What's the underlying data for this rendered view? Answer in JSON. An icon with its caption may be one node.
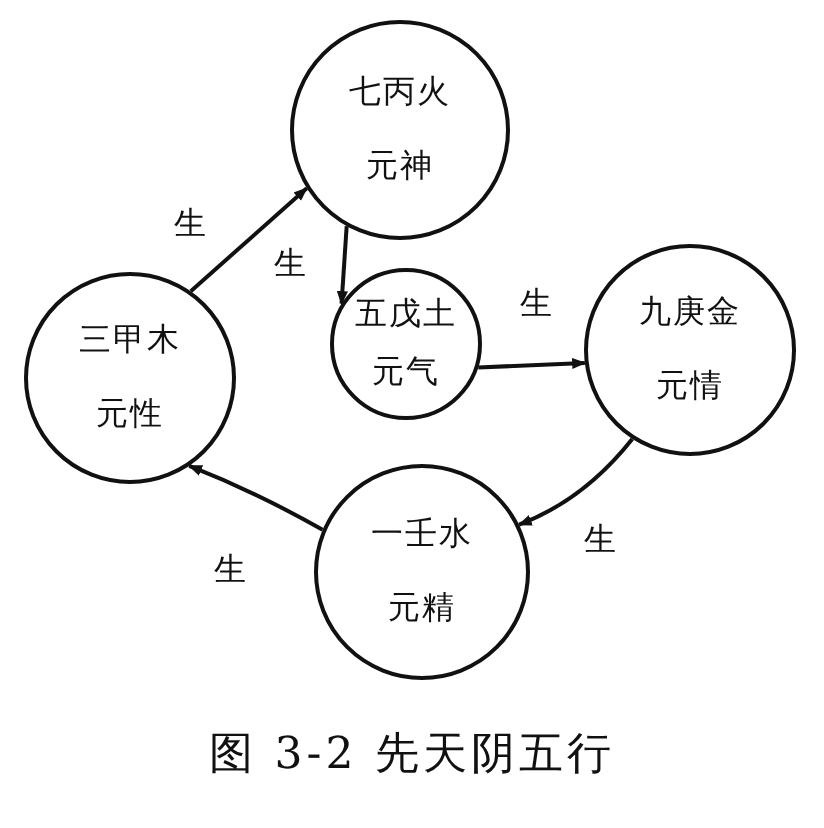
{
  "diagram": {
    "caption": "图 3-2 先天阴五行",
    "nodes": [
      {
        "text": [
          "七丙火",
          "元神"
        ]
      },
      {
        "text": [
          "三甲木",
          "元性"
        ]
      },
      {
        "text": [
          "五戊土",
          "元气"
        ]
      },
      {
        "text": [
          "九庚金",
          "元情"
        ]
      },
      {
        "text": [
          "一壬水",
          "元精"
        ]
      }
    ],
    "edges": [
      {
        "from": 1,
        "to": 0,
        "arrow": "to",
        "label": "生"
      },
      {
        "from": 0,
        "to": 2,
        "arrow": "to",
        "label": "生"
      },
      {
        "from": 2,
        "to": 3,
        "arrow": "to",
        "label": "生"
      },
      {
        "from": 3,
        "to": 4,
        "arrow": "to",
        "label": "生"
      },
      {
        "from": 4,
        "to": 1,
        "arrow": "to",
        "label": "生"
      }
    ]
  }
}
